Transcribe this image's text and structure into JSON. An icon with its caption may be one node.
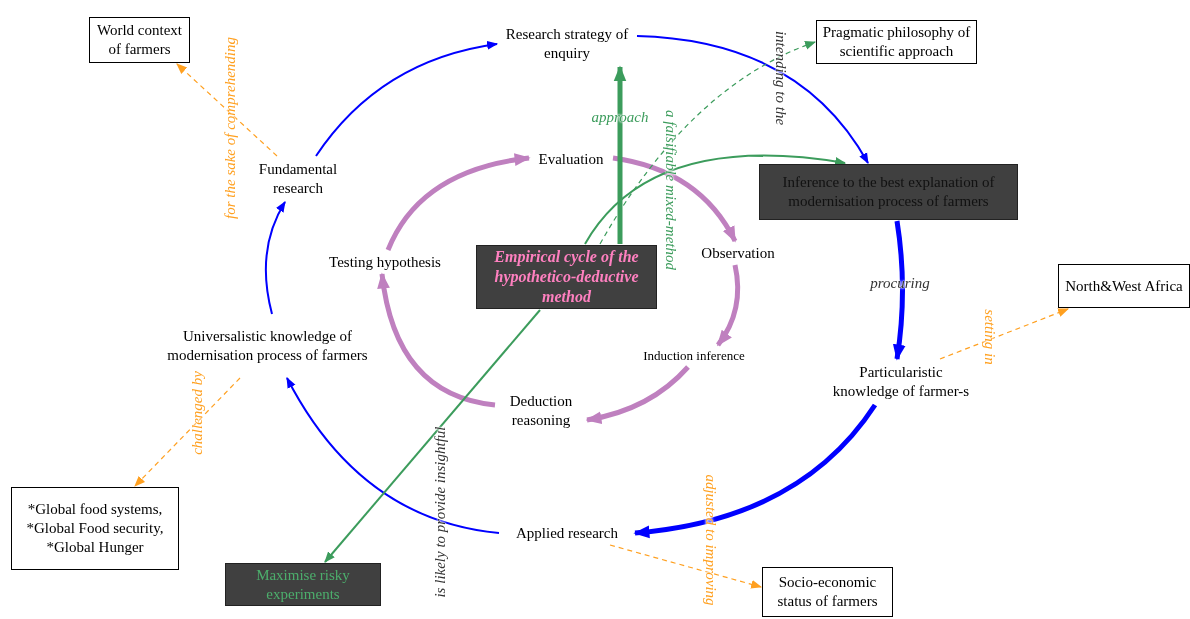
{
  "diagram": {
    "nodes": [
      {
        "text": [
          "World context of farmers"
        ]
      },
      {
        "text": [
          "Research strategy of enquiry"
        ]
      },
      {
        "text": [
          "Pragmatic philosophy of scientific approach"
        ]
      },
      {
        "text": [
          "Fundamental research"
        ]
      },
      {
        "text": [
          "Evaluation"
        ]
      },
      {
        "text": [
          "Inference to the best explanation of modernisation process of farmers"
        ]
      },
      {
        "text": [
          "Empirical cycle of the hypothetico-deductive method"
        ]
      },
      {
        "text": [
          "Testing hypothesis"
        ]
      },
      {
        "text": [
          "Observation"
        ]
      },
      {
        "text": [
          "North&West Africa"
        ]
      },
      {
        "text": [
          "Universalistic knowledge of modernisation process of farmers"
        ]
      },
      {
        "text": [
          "Induction inference"
        ]
      },
      {
        "text": [
          "Particularistic knowledge of farmer-s"
        ]
      },
      {
        "text": [
          "Deduction reasoning"
        ]
      },
      {
        "text": [
          "*Global food systems, *Global Food security, *Global Hunger"
        ]
      },
      {
        "text": [
          "Applied research"
        ]
      },
      {
        "text": [
          "Maximise risky experiments"
        ]
      },
      {
        "text": [
          "Socio-economic status of farmers"
        ]
      }
    ],
    "edges": [
      {
        "from": 3,
        "to": 0,
        "arrow": "to",
        "label": "for the sake of comprehending",
        "style": "dashed",
        "color": "#ffa020"
      },
      {
        "from": 3,
        "to": 1,
        "arrow": "to"
      },
      {
        "from": 1,
        "to": 5,
        "arrow": "to",
        "label": "intending to the"
      },
      {
        "from": 5,
        "to": 12,
        "arrow": "to",
        "label": "procuring",
        "style": "thick"
      },
      {
        "from": 12,
        "to": 15,
        "arrow": "to",
        "style": "thick"
      },
      {
        "from": 15,
        "to": 10,
        "arrow": "to"
      },
      {
        "from": 10,
        "to": 3,
        "arrow": "to"
      },
      {
        "from": 4,
        "to": 8,
        "arrow": "to",
        "style": "thick",
        "color": "#bf80bf"
      },
      {
        "from": 8,
        "to": 11,
        "arrow": "to",
        "style": "thick",
        "color": "#bf80bf"
      },
      {
        "from": 11,
        "to": 13,
        "arrow": "to",
        "style": "thick",
        "color": "#bf80bf"
      },
      {
        "from": 13,
        "to": 7,
        "arrow": "to",
        "style": "thick",
        "color": "#bf80bf"
      },
      {
        "from": 7,
        "to": 4,
        "arrow": "to",
        "style": "thick",
        "color": "#bf80bf"
      },
      {
        "from": 6,
        "to": 1,
        "arrow": "to",
        "label": "approach",
        "style": "thick",
        "color": "#3c9c5c"
      },
      {
        "from": 6,
        "to": 5,
        "arrow": "to",
        "color": "#3c9c5c"
      },
      {
        "from": 6,
        "to": 2,
        "arrow": "to",
        "label": "a falsifiable mixed-method",
        "style": "dashed",
        "color": "#3c9c5c"
      },
      {
        "from": 6,
        "to": 16,
        "arrow": "to",
        "label": "is likely to provide insightful",
        "color": "#3c9c5c"
      },
      {
        "from": 10,
        "to": 14,
        "arrow": "to",
        "label": "challenged by",
        "style": "dashed",
        "color": "#ffa020"
      },
      {
        "from": 12,
        "to": 9,
        "arrow": "to",
        "label": "setting in",
        "style": "dashed",
        "color": "#ffa020"
      },
      {
        "from": 15,
        "to": 17,
        "arrow": "to",
        "label": "adjusted to improving",
        "style": "dashed",
        "color": "#ffa020"
      }
    ]
  }
}
